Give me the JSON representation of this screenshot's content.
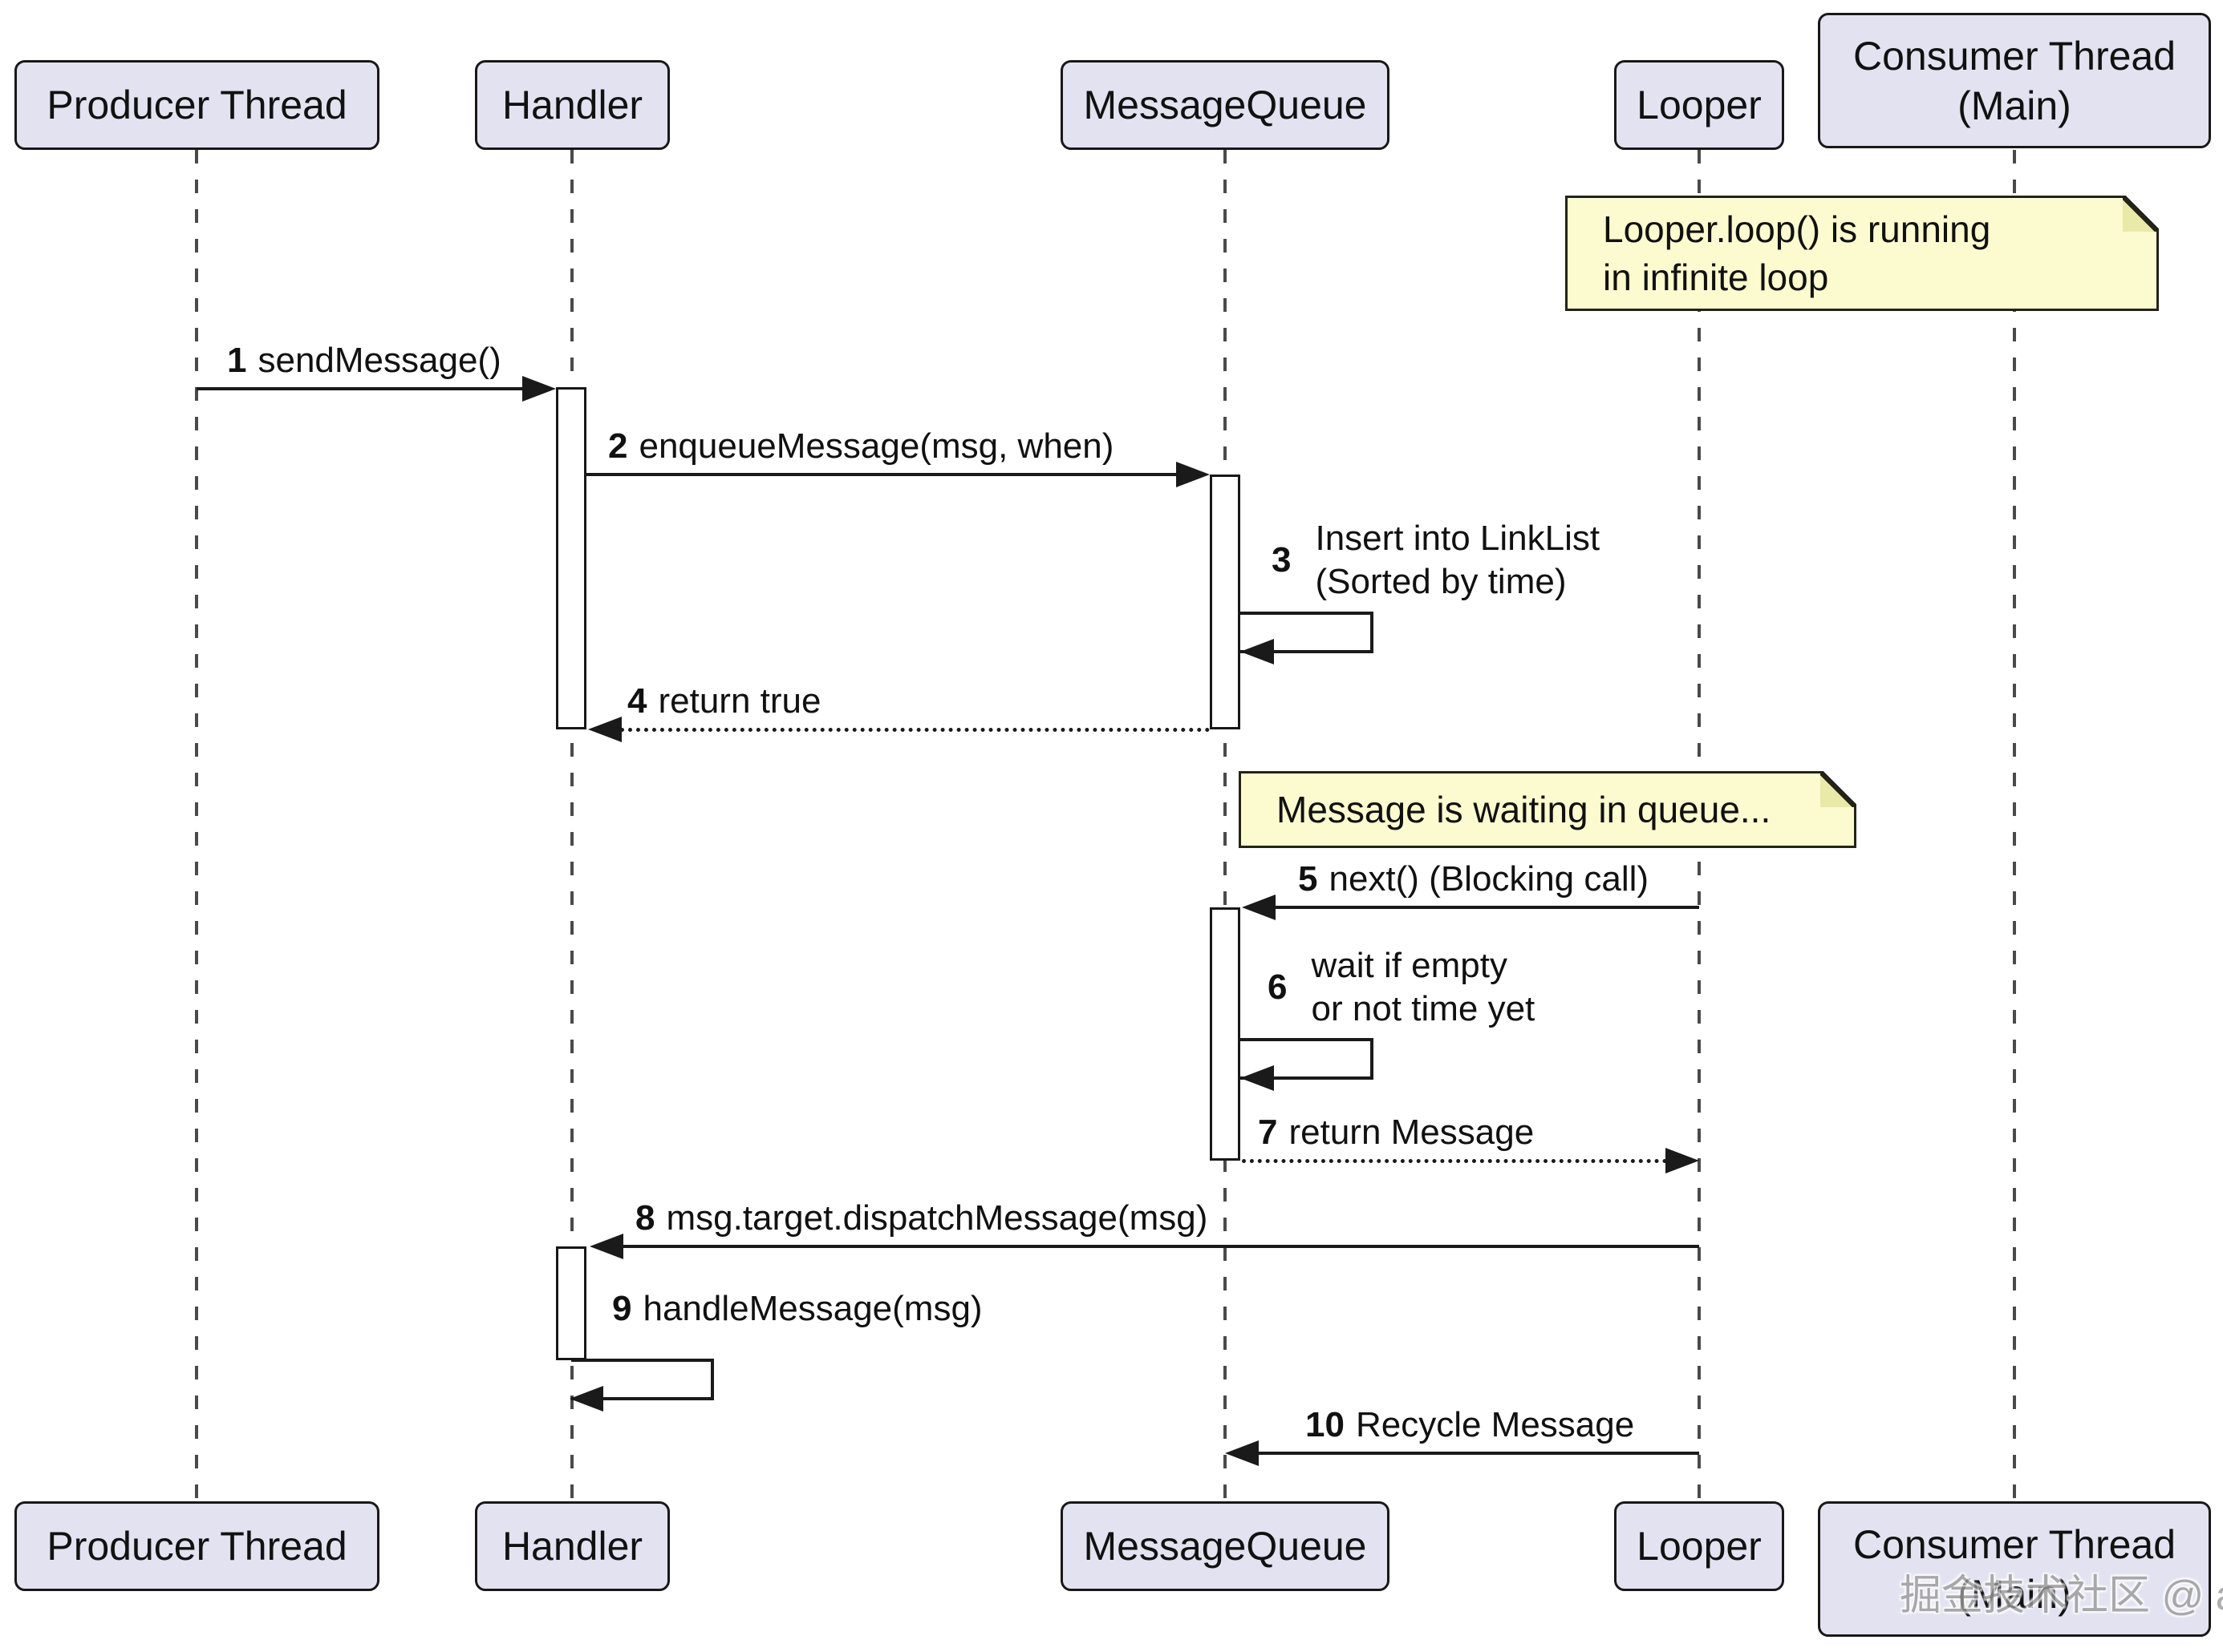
{
  "diagram_type": "uml-sequence",
  "participants": [
    {
      "label": "Producer Thread"
    },
    {
      "label": "Handler"
    },
    {
      "label": "MessageQueue"
    },
    {
      "label": "Looper"
    },
    {
      "label_line1": "Consumer Thread",
      "label_line2": "(Main)"
    }
  ],
  "messages": [
    {
      "num": "1",
      "text": "sendMessage()"
    },
    {
      "num": "2",
      "text": "enqueueMessage(msg, when)"
    },
    {
      "num": "3",
      "text_line1": "Insert into LinkList",
      "text_line2": "(Sorted by time)"
    },
    {
      "num": "4",
      "text": "return true"
    },
    {
      "num": "5",
      "text": "next() (Blocking call)"
    },
    {
      "num": "6",
      "text_line1": "wait if empty",
      "text_line2": "or not time yet"
    },
    {
      "num": "7",
      "text": "return Message"
    },
    {
      "num": "8",
      "text": "msg.target.dispatchMessage(msg)"
    },
    {
      "num": "9",
      "text": "handleMessage(msg)"
    },
    {
      "num": "10",
      "text": "Recycle Message"
    }
  ],
  "notes": [
    {
      "line1": "Looper.loop() is running",
      "line2": "in infinite loop"
    },
    {
      "line1": "Message is waiting in queue..."
    }
  ],
  "watermark": "掘金技术社区 @ apigfly",
  "colors": {
    "participant_fill": "#E2E2F0",
    "participant_border": "#181818",
    "note_fill": "#FBFBCF",
    "line": "#1A1A1A",
    "background": "#FFFFFF"
  }
}
